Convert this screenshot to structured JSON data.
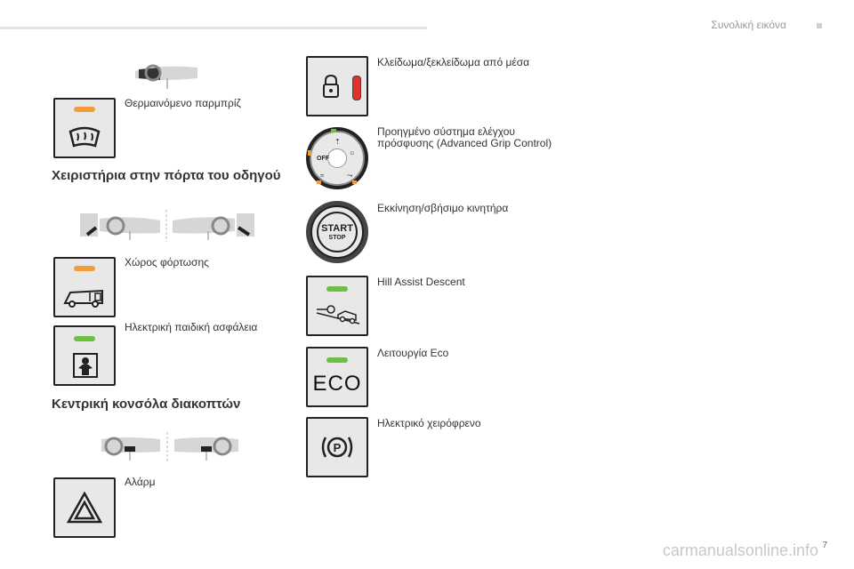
{
  "header": {
    "title": "Συνολική εικόνα"
  },
  "sections": {
    "door": "Χειριστήρια στην πόρτα του οδηγού",
    "console": "Κεντρική κονσόλα διακοπτών"
  },
  "labels": {
    "windscreen": "Θερμαινόμενο παρμπρίζ",
    "cargo": "Χώρος φόρτωσης",
    "child_lock": "Ηλεκτρική παιδική ασφάλεια",
    "hazard": "Αλάρμ",
    "lock": "Κλείδωμα/ξεκλείδωμα από μέσα",
    "grip_line1": "Προηγμένο σύστημα ελέγχου",
    "grip_line2": "πρόσφυσης (Advanced Grip Control)",
    "start": "Εκκίνηση/σβήσιμο κινητήρα",
    "hill": "Hill Assist Descent",
    "eco": "Λειτουργία Eco",
    "parking": "Ηλεκτρικό χειρόφρενο"
  },
  "buttons": {
    "start_text": "START",
    "stop_text": "STOP",
    "eco_text": "ECO",
    "grip_off": "OFF"
  },
  "watermark": "carmanualsonline.info",
  "page_number": "7",
  "colors": {
    "orange": "#f39c3a",
    "green": "#6fbf45",
    "red": "#e0312a"
  }
}
